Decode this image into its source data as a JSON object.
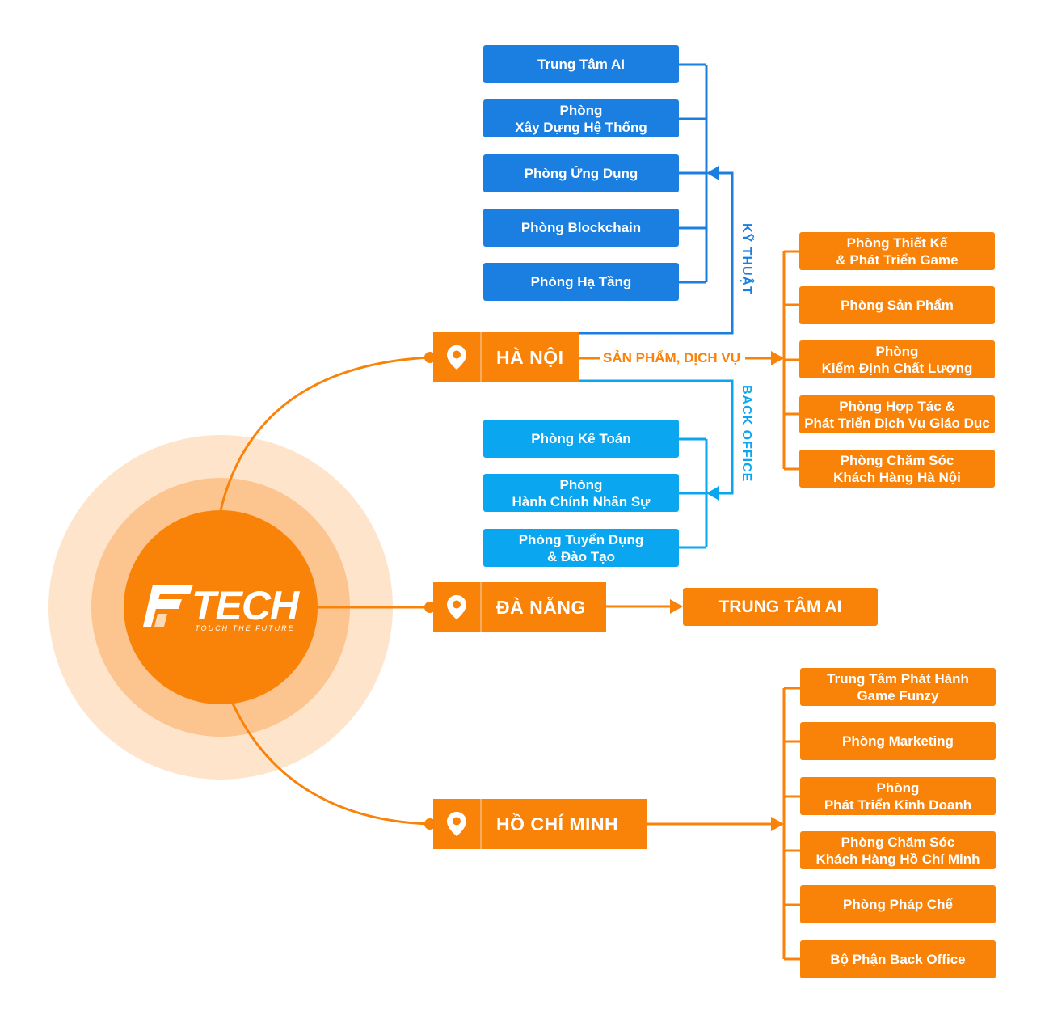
{
  "colors": {
    "orange": "#f98208",
    "blue": "#1a7fe0",
    "cyan": "#0aa6f0",
    "ring_outer": "#fde4cb",
    "ring_mid": "#fcc48f"
  },
  "logo": {
    "main": "TECH",
    "tagline": "TOUCH THE FUTURE",
    "icon": "ftech-f-logo-icon"
  },
  "cities": {
    "hanoi": {
      "label": "HÀ NỘI",
      "icon": "location-pin-icon"
    },
    "danang": {
      "label": "ĐÀ NẴNG",
      "icon": "location-pin-icon"
    },
    "hcm": {
      "label": "HỒ CHÍ MINH",
      "icon": "location-pin-icon"
    }
  },
  "branches": {
    "ky_thuat": "KỸ THUẬT",
    "back_office": "BACK OFFICE",
    "san_pham": "SẢN PHẨM, DỊCH VỤ"
  },
  "tech_departments": [
    "Trung Tâm AI",
    "Phòng\nXây Dựng Hệ Thống",
    "Phòng Ứng Dụng",
    "Phòng Blockchain",
    "Phòng Hạ Tầng"
  ],
  "backoffice_departments": [
    "Phòng Kế Toán",
    "Phòng\nHành Chính Nhân Sự",
    "Phòng Tuyển Dụng\n& Đào Tạo"
  ],
  "hanoi_product_departments": [
    "Phòng Thiết Kế\n& Phát Triển Game",
    "Phòng Sản Phẩm",
    "Phòng\nKiểm Định Chất Lượng",
    "Phòng Hợp Tác &\nPhát Triển Dịch Vụ Giáo Dục",
    "Phòng Chăm Sóc\nKhách Hàng Hà Nội"
  ],
  "danang_departments": [
    "TRUNG TÂM AI"
  ],
  "hcm_departments": [
    "Trung Tâm Phát Hành\nGame Funzy",
    "Phòng Marketing",
    "Phòng\nPhát Triển Kinh Doanh",
    "Phòng Chăm Sóc\nKhách Hàng Hồ Chí Minh",
    "Phòng Pháp Chế",
    "Bộ Phận Back Office"
  ]
}
